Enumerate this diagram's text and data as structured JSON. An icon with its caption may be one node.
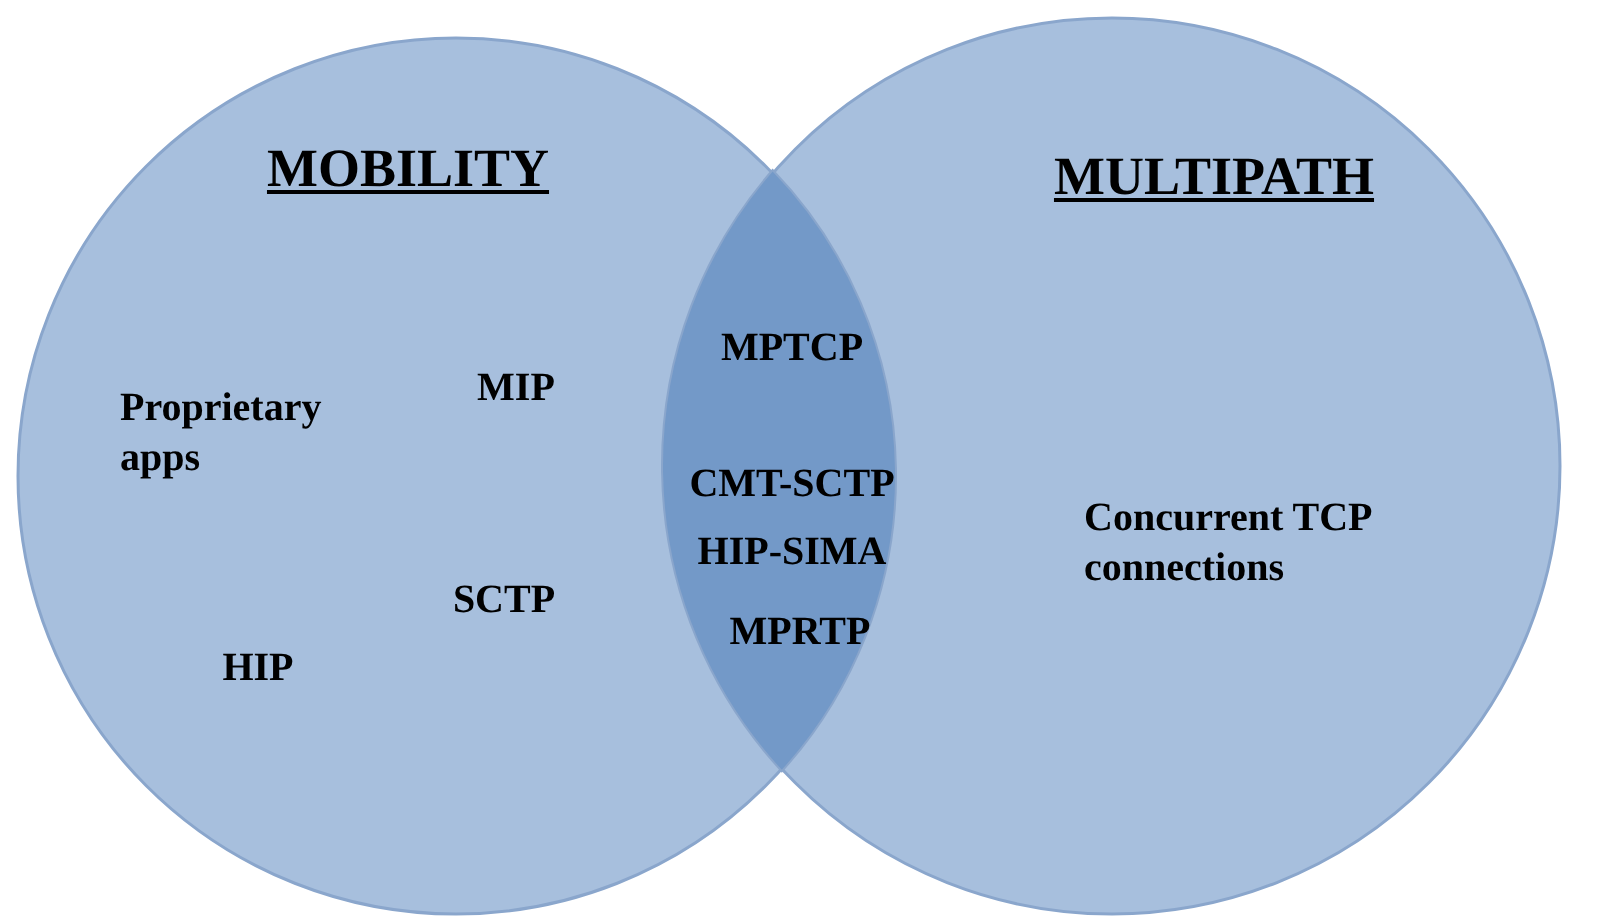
{
  "diagram": {
    "nodes": [
      {
        "text": [
          "MOBILITY",
          "Proprietary apps",
          "MIP",
          "SCTP",
          "HIP"
        ]
      },
      {
        "text": [
          "MPTCP",
          "CMT-SCTP",
          "HIP-SIMA",
          "MPRTP"
        ]
      },
      {
        "text": [
          "MULTIPATH",
          "Concurrent TCP connections"
        ]
      }
    ]
  }
}
